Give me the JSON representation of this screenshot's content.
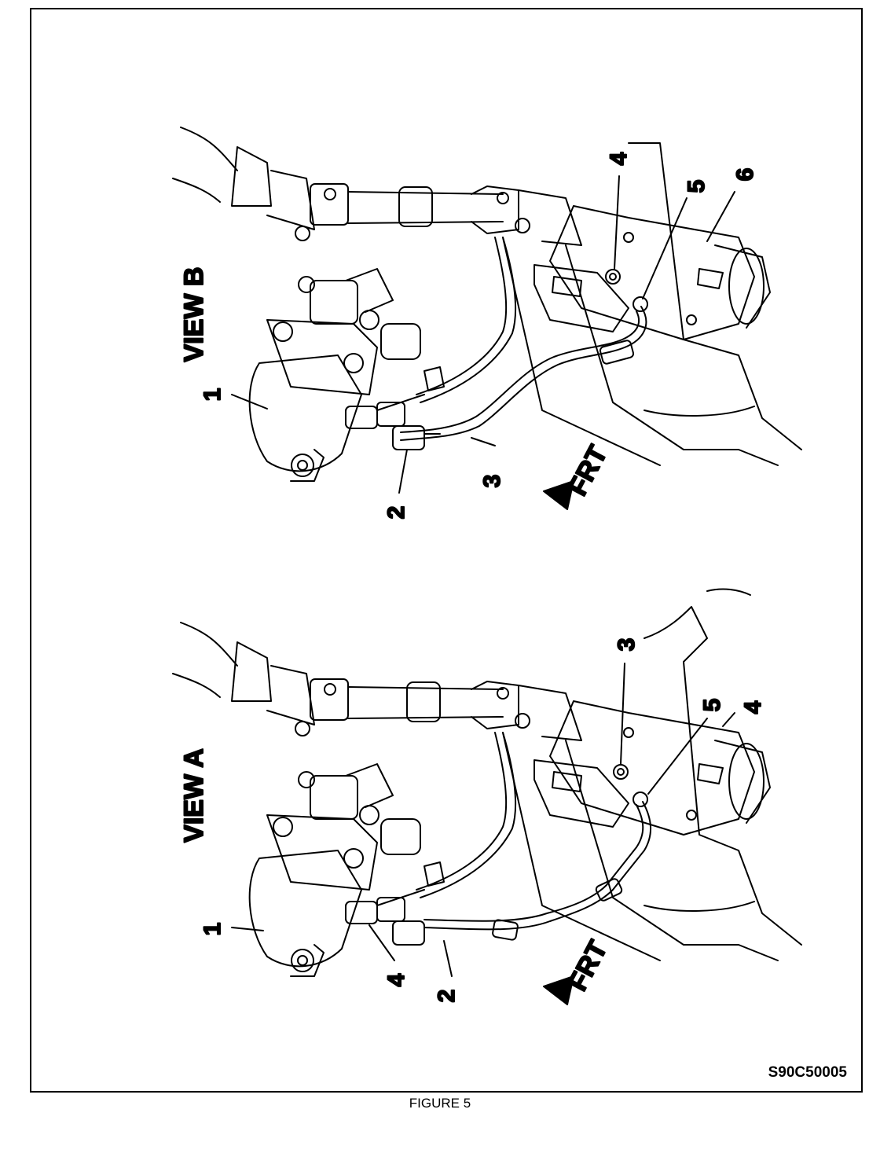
{
  "figure": {
    "caption": "FIGURE 5",
    "id_code": "S90C50005"
  },
  "view_a": {
    "title": "VIEW A",
    "direction_label": "FRT",
    "callouts": [
      "1",
      "2",
      "3",
      "4",
      "4",
      "5"
    ]
  },
  "view_b": {
    "title": "VIEW B",
    "direction_label": "FRT",
    "callouts": [
      "1",
      "2",
      "3",
      "4",
      "5",
      "6"
    ]
  }
}
